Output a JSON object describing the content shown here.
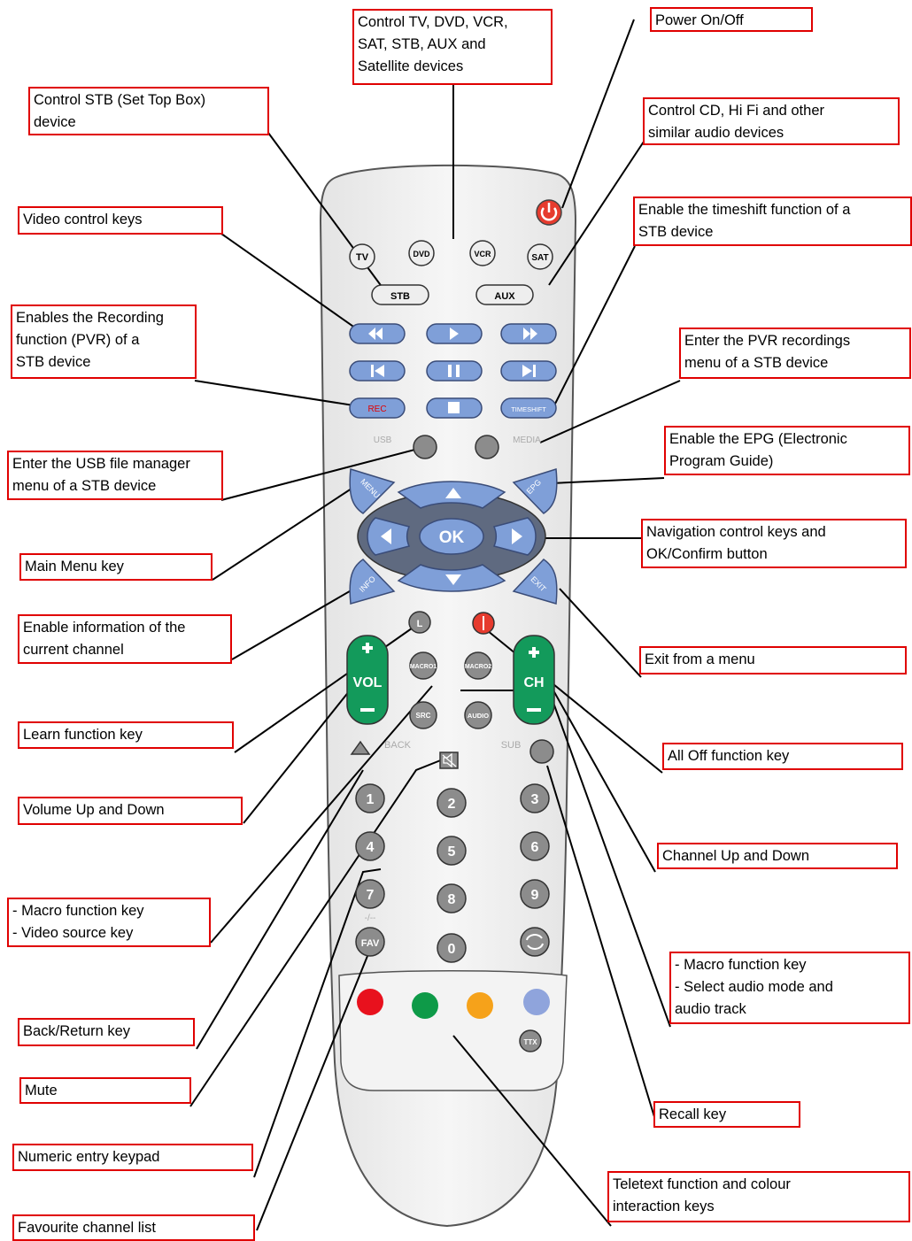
{
  "device_labels": {
    "tv": "TV",
    "dvd": "DVD",
    "vcr": "VCR",
    "sat": "SAT",
    "stb": "STB",
    "aux": "AUX",
    "rec": "REC",
    "timeshift": "TIMESHIFT",
    "usb": "USB",
    "media": "MEDIA",
    "menu": "MENU",
    "epg": "EPG",
    "ok": "OK",
    "info": "INFO",
    "exit": "EXIT",
    "learn": "L",
    "vol": "VOL",
    "ch": "CH",
    "macro1": "MACRO1",
    "macro2": "MACRO2",
    "src": "SRC",
    "audio": "AUDIO",
    "back": "BACK",
    "sub": "SUB",
    "digits": [
      "1",
      "2",
      "3",
      "4",
      "5",
      "6",
      "7",
      "8",
      "9",
      "0"
    ],
    "dash": "-/--",
    "fav": "FAV",
    "ttx": "TTX"
  },
  "colors": {
    "callout_border": "#e00000",
    "key_blue": "#7f9fd8",
    "vol_ch_green": "#139a5b",
    "power_red": "#e63b2e",
    "color_keys": [
      "#e8111d",
      "#0e9a48",
      "#f6a21a",
      "#8fa4dc"
    ]
  },
  "callouts": [
    {
      "id": "devices",
      "text": "Control TV, DVD, VCR,\nSAT, STB, AUX and\nSatellite devices"
    },
    {
      "id": "power",
      "text": "Power On/Off"
    },
    {
      "id": "stb",
      "text": "Control STB (Set Top Box)\ndevice"
    },
    {
      "id": "audio-devices",
      "text": "Control CD, Hi Fi and other\nsimilar audio devices"
    },
    {
      "id": "video-control",
      "text": "Video control keys"
    },
    {
      "id": "timeshift",
      "text": "Enable the timeshift function of a\nSTB device"
    },
    {
      "id": "recording",
      "text": "Enables the Recording\nfunction (PVR) of a\nSTB device"
    },
    {
      "id": "pvr-menu",
      "text": "Enter the PVR recordings\nmenu of a STB device"
    },
    {
      "id": "epg",
      "text": "Enable the EPG (Electronic\nProgram Guide)"
    },
    {
      "id": "usb",
      "text": "Enter the USB file manager\nmenu of a STB device"
    },
    {
      "id": "navigation",
      "text": "Navigation control keys and\nOK/Confirm button"
    },
    {
      "id": "main-menu",
      "text": "Main Menu key"
    },
    {
      "id": "info",
      "text": "Enable information of the\ncurrent channel"
    },
    {
      "id": "exit",
      "text": "Exit from a menu"
    },
    {
      "id": "learn",
      "text": "Learn function key"
    },
    {
      "id": "all-off",
      "text": "All Off function key"
    },
    {
      "id": "volume",
      "text": "Volume Up and Down"
    },
    {
      "id": "channel",
      "text": "Channel Up and Down"
    },
    {
      "id": "macro-src",
      "text": "- Macro function key\n- Video source key"
    },
    {
      "id": "macro-audio",
      "text": "- Macro function key\n- Select audio mode and\naudio track"
    },
    {
      "id": "back",
      "text": "Back/Return key"
    },
    {
      "id": "mute",
      "text": "Mute"
    },
    {
      "id": "recall",
      "text": "Recall key"
    },
    {
      "id": "numeric",
      "text": "Numeric entry keypad"
    },
    {
      "id": "teletext",
      "text": "Teletext function and colour\ninteraction keys"
    },
    {
      "id": "favourite",
      "text": "Favourite channel list"
    }
  ]
}
